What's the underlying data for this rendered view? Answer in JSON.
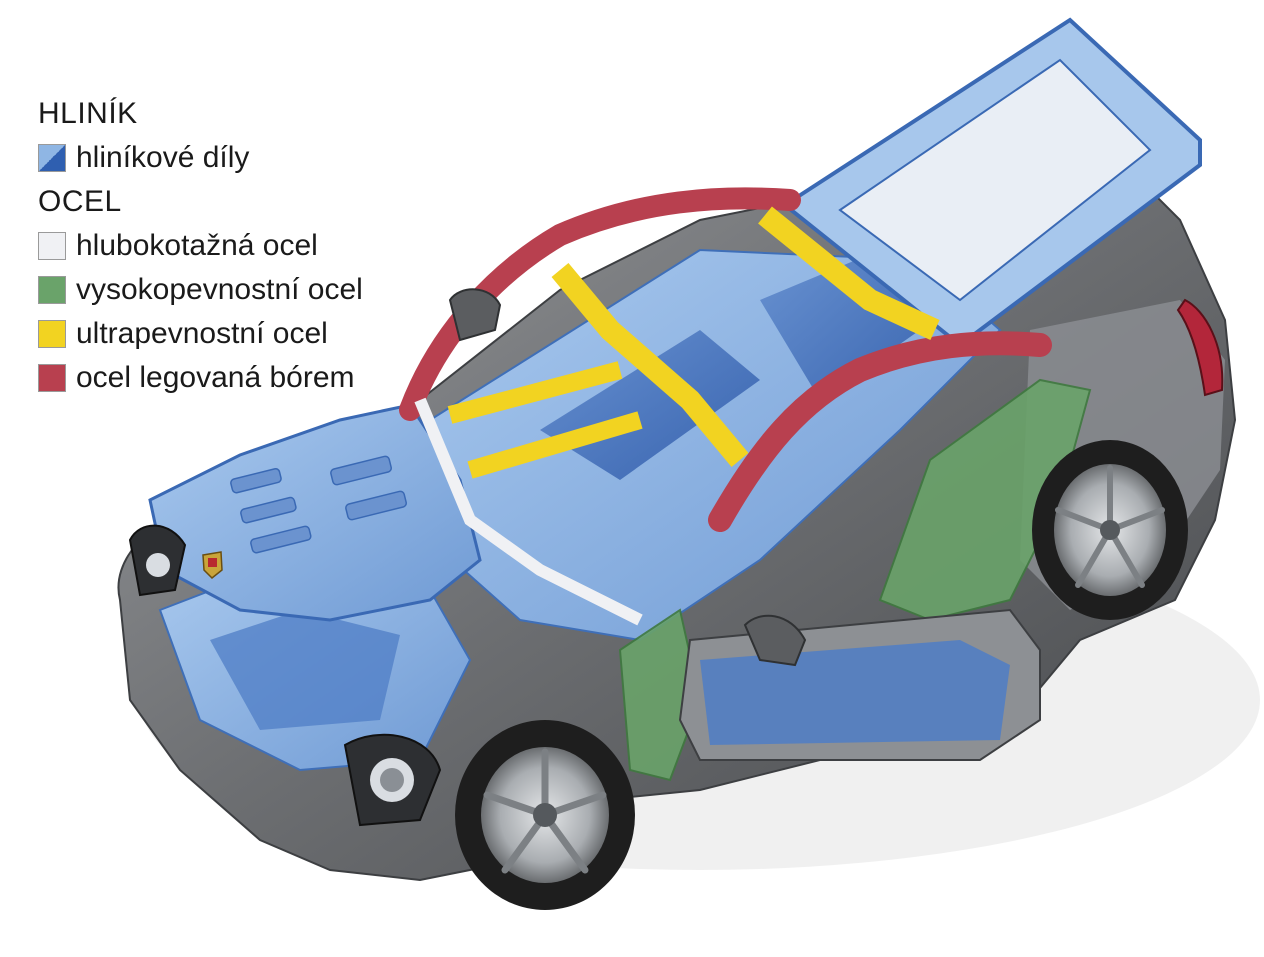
{
  "legend": {
    "groups": [
      {
        "title": "HLINÍK",
        "items": [
          {
            "label": "hliníkové díly",
            "color": "#8fb6e4",
            "color2": "#2f5fb0"
          }
        ]
      },
      {
        "title": "OCEL",
        "items": [
          {
            "label": "hlubokotažná ocel",
            "color": "#f0f1f4"
          },
          {
            "label": "vysokopevnostní ocel",
            "color": "#6aa36a"
          },
          {
            "label": "ultrapevnostní ocel",
            "color": "#f2d321"
          },
          {
            "label": "ocel legovaná bórem",
            "color": "#b8404f"
          }
        ]
      }
    ]
  },
  "colors": {
    "background": "#ffffff",
    "aluminium_light": "#8fb6e4",
    "aluminium_dark": "#2f5fb0",
    "deep_drawn_steel": "#e8eaee",
    "high_strength_steel": "#6aa36a",
    "ultra_high_strength_steel": "#f2d321",
    "boron_steel": "#b8404f",
    "body_paint": "#7b7d80",
    "tyre": "#1e1e1e",
    "rim": "#bfc3c7"
  }
}
